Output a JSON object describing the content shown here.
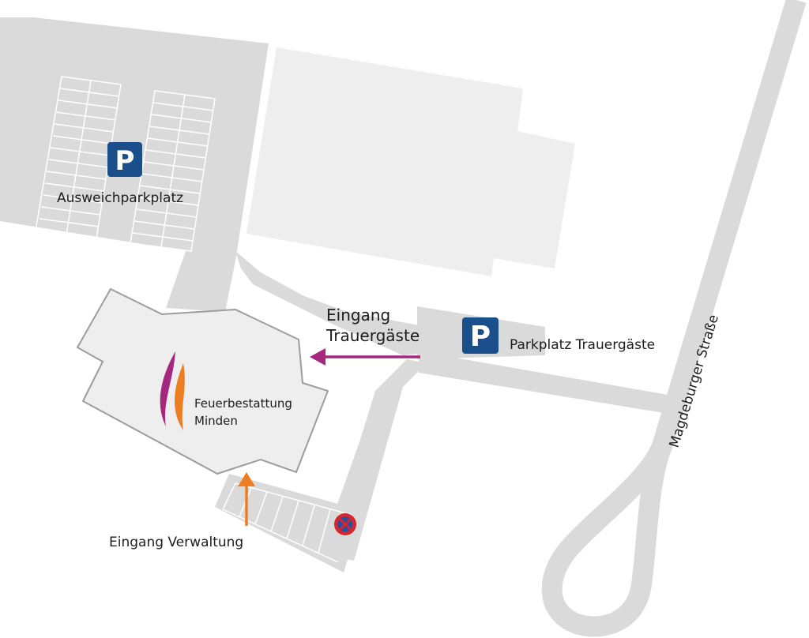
{
  "labels": {
    "overflow_parking": "Ausweichparkplatz",
    "entrance_mourners_line1": "Eingang",
    "entrance_mourners_line2": "Trauergäste",
    "mourners_parking": "Parkplatz Trauergäste",
    "brand_line1": "Feuerbestattung",
    "brand_line2": "Minden",
    "entrance_admin": "Eingang Verwaltung",
    "street": "Magdeburger Straße",
    "parking_sign_letter": "P"
  },
  "colors": {
    "road": "#dadada",
    "building": "#eeeeee",
    "parking_sign": "#1b4f8c",
    "arrow_mourners": "#a6287e",
    "arrow_admin": "#ee7d22",
    "no_stopping_red": "#d7262c",
    "no_stopping_blue": "#2c4da0"
  },
  "icons": {
    "parking": "parking-sign-icon",
    "no_stopping": "no-stopping-sign-icon",
    "logo": "flame-logo-icon"
  }
}
